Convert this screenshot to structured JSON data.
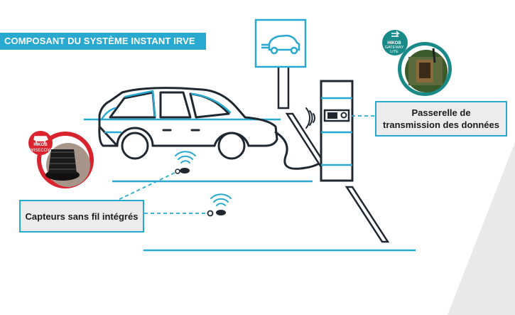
{
  "title": "COMPOSANT DU SYSTÈME INSTANT IRVE",
  "callouts": {
    "sensors": "Capteurs sans fil intégrés",
    "gateway_line1": "Passerelle de",
    "gateway_line2": "transmission des données"
  },
  "badges": {
    "wisecow": {
      "brand": "HIKOB",
      "name": "WISECOW",
      "color": "#d9232e"
    },
    "gateway": {
      "brand": "HIKOB",
      "name": "GATEWAY LITE",
      "color": "#1a8a88"
    }
  },
  "colors": {
    "accent": "#29a9cf",
    "outline": "#1f2730",
    "callout_bg": "#ececec"
  },
  "icons": {
    "ev_sign": "electric-car-icon",
    "wifi": "wifi-signal-icon"
  }
}
